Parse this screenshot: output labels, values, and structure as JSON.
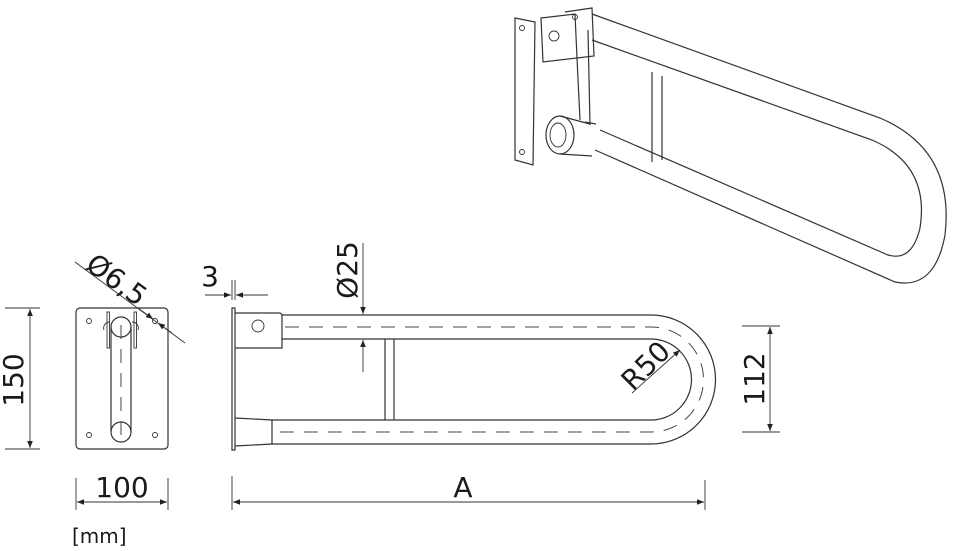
{
  "drawing": {
    "title": "Fold-up grab bar technical drawing",
    "labels": {
      "hole_diameter": "Ø6,5",
      "plate_height": "150",
      "plate_width": "100",
      "units": "[mm]",
      "plate_thickness": "3",
      "tube_diameter": "Ø25",
      "bend_radius": "R50",
      "bar_height": "112",
      "length": "A"
    }
  }
}
